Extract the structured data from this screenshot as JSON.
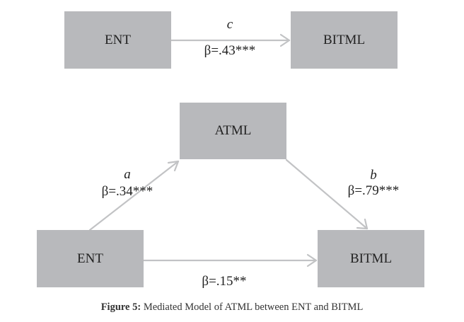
{
  "top_model": {
    "predictor": "ENT",
    "outcome": "BITML",
    "path_c": {
      "letter": "c",
      "beta": "β=.43***"
    }
  },
  "mediated_model": {
    "predictor": "ENT",
    "mediator": "ATML",
    "outcome": "BITML",
    "path_a": {
      "letter": "a",
      "beta": "β=.34***"
    },
    "path_b": {
      "letter": "b",
      "beta": "β=.79***"
    },
    "path_c_prime": {
      "beta": "β=.15**"
    }
  },
  "caption": {
    "label": "Figure 5:",
    "text": " Mediated Model of ATML between ENT and BITML"
  },
  "colors": {
    "box_fill": "#b8b9bc",
    "arrow": "#c2c3c5",
    "text": "#222222"
  }
}
